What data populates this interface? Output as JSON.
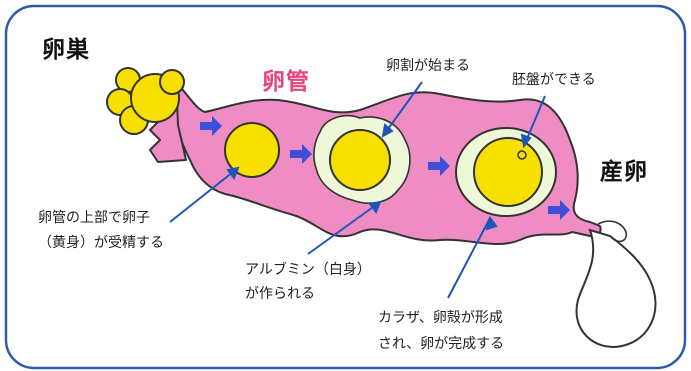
{
  "labels": {
    "ovary": "卵巣",
    "oviduct": "卵管",
    "laying": "産卵",
    "fertilization": [
      "卵管の上部で卵子",
      "（黄身）が受精する"
    ],
    "cleavage": "卵割が始まる",
    "albumen": [
      "アルブミン（白身）",
      "が作られる"
    ],
    "blastoderm": "胚盤ができる",
    "shell": [
      "カラザ、卵殻が形成",
      "され、卵が完成する"
    ]
  },
  "colors": {
    "frame": "#2f5aa8",
    "oviduct": "#f08cc4",
    "yolk": "#f7e000",
    "albumen": "#eef7d8",
    "arrow_flow": "#3b4fd8",
    "pointer": "#1d56b8"
  }
}
